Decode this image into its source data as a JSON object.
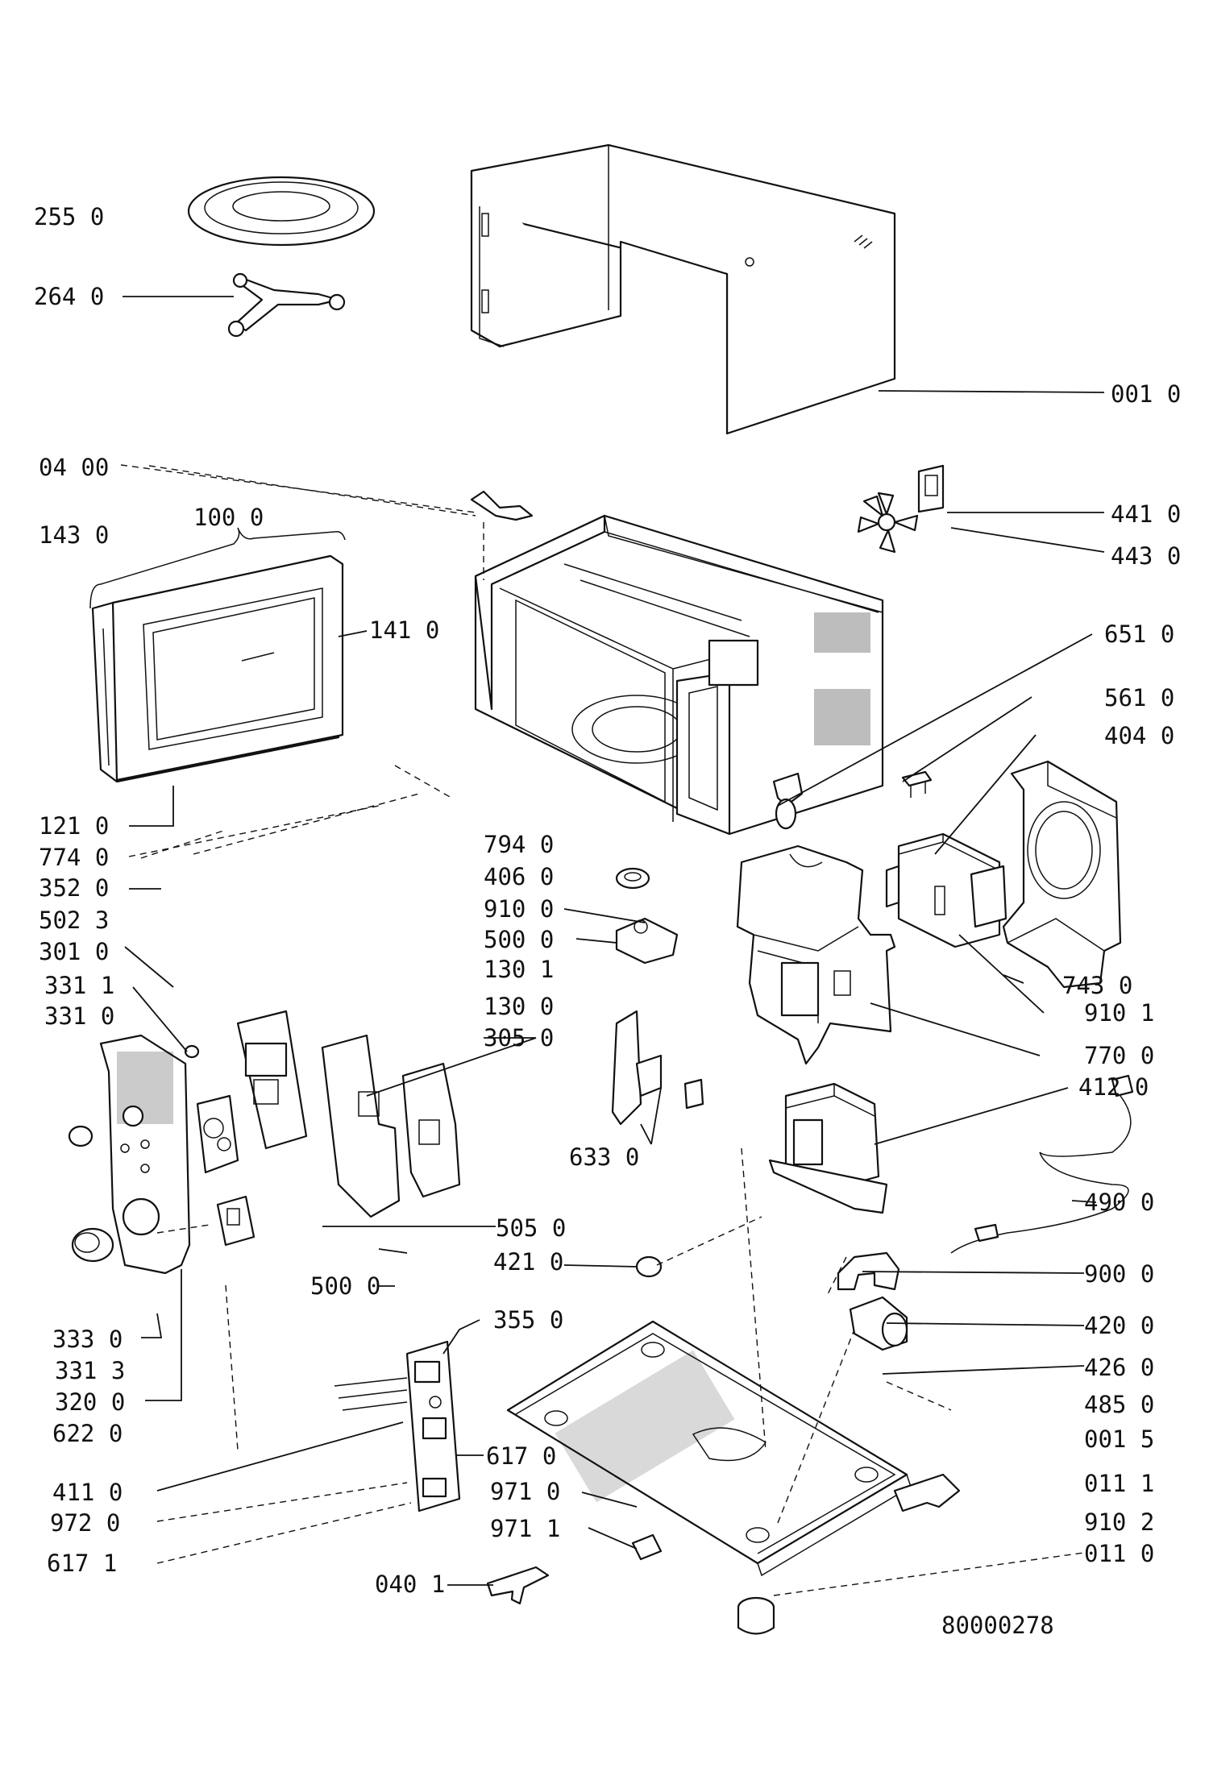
{
  "diagram": {
    "drawing_number": "80000278",
    "part_labels": [
      "255 0",
      "264 0",
      "001 0",
      "04 00",
      "143 0",
      "100 0",
      "441 0",
      "443 0",
      "141 0",
      "651 0",
      "561 0",
      "404 0",
      "121 0",
      "774 0",
      "794 0",
      "406 0",
      "352 0",
      "910 0",
      "502 3",
      "500 0",
      "301 0",
      "130 1",
      "743 0",
      "331 1",
      "910 1",
      "130 0",
      "331 0",
      "305 0",
      "770 0",
      "412 0",
      "633 0",
      "490 0",
      "505 0",
      "421 0",
      "900 0",
      "500 0",
      "333 0",
      "355 0",
      "420 0",
      "331 3",
      "426 0",
      "320 0",
      "485 0",
      "622 0",
      "001 5",
      "617 0",
      "411 0",
      "971 0",
      "011 1",
      "972 0",
      "971 1",
      "910 2",
      "617 1",
      "040 1",
      "011 0"
    ]
  }
}
